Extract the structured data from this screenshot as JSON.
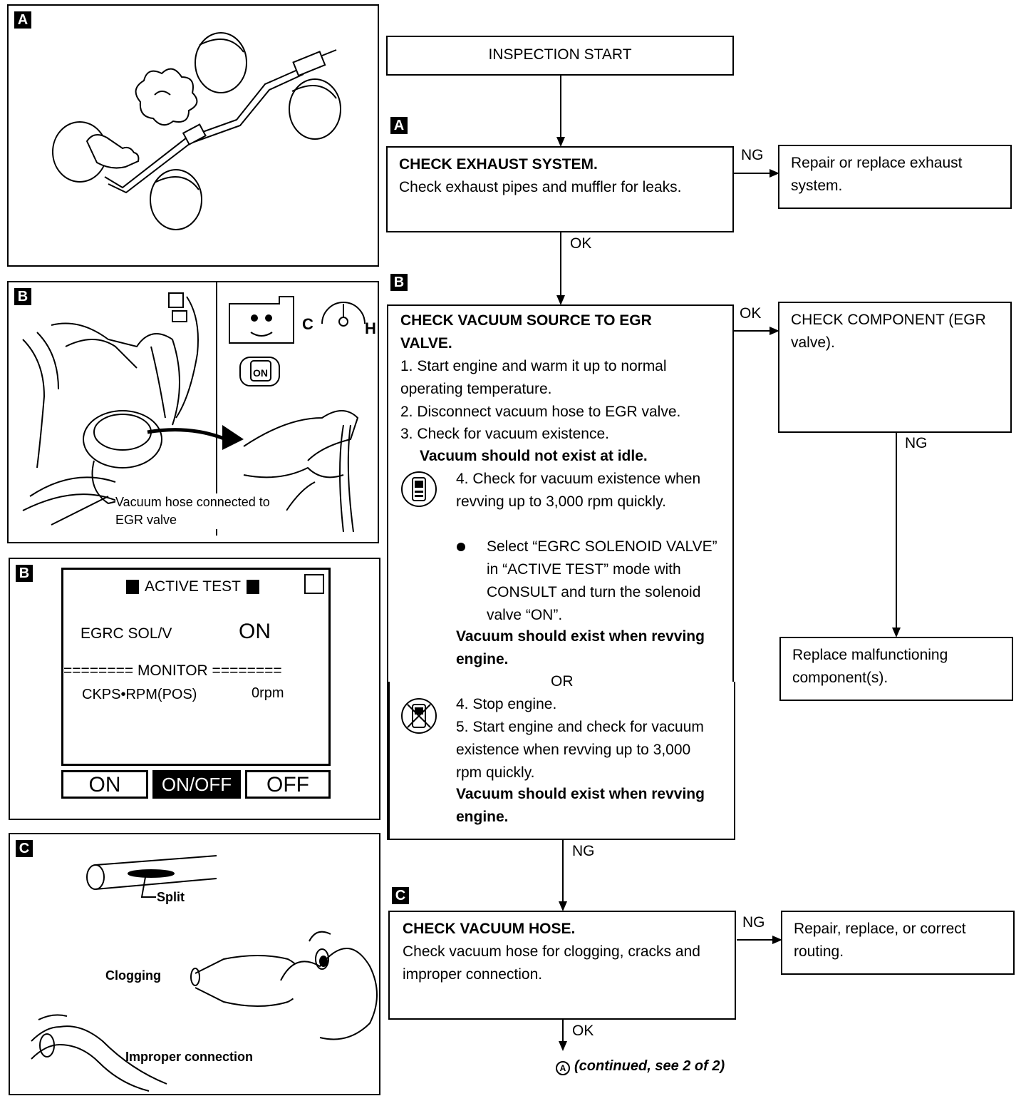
{
  "flow": {
    "start": "INSPECTION START",
    "step_a": {
      "tag": "A",
      "title": "CHECK EXHAUST SYSTEM.",
      "body": "Check exhaust pipes and muffler for leaks.",
      "ng_label": "NG",
      "ng_result": "Repair or replace exhaust system.",
      "ok_label": "OK"
    },
    "step_b": {
      "tag": "B",
      "title": "CHECK VACUUM SOURCE TO EGR VALVE.",
      "items": [
        "1. Start engine and warm it up to normal operating temperature.",
        "2. Disconnect vacuum hose to EGR valve.",
        "3. Check for vacuum existence."
      ],
      "idle_note": "Vacuum should not exist at idle.",
      "with_consult": {
        "item4": "4. Check for vacuum existence when revving up to 3,000 rpm quickly.",
        "bullet": "Select “EGRC SOLENOID VALVE” in “ACTIVE TEST” mode with CONSULT and turn the solenoid valve “ON”.",
        "result": "Vacuum should exist when revving engine."
      },
      "or_label": "OR",
      "without_consult": {
        "item4": "4. Stop engine.",
        "item5": "5. Start engine and check for vacuum existence when revving up to 3,000 rpm quickly.",
        "result": "Vacuum should exist when revving engine."
      },
      "ok_label": "OK",
      "ok_result": "CHECK COMPONENT (EGR valve).",
      "component_ng_label": "NG",
      "component_ng_result": "Replace malfunctioning component(s).",
      "ng_label": "NG"
    },
    "step_c": {
      "tag": "C",
      "title": "CHECK VACUUM HOSE.",
      "body": "Check vacuum hose for clogging, cracks and improper connection.",
      "ng_label": "NG",
      "ng_result": "Repair, replace, or correct routing.",
      "ok_label": "OK"
    },
    "continued": "(continued, see 2 of 2)",
    "continued_marker": "A"
  },
  "illustrations": {
    "panel_a": {
      "tag": "A"
    },
    "panel_b1": {
      "tag": "B",
      "callout": "Vacuum hose connected to EGR valve",
      "gauge_cold": "C",
      "gauge_hot": "H",
      "key_label": "ON"
    },
    "panel_b2": {
      "tag": "B",
      "screen_title": "ACTIVE TEST",
      "item_name": "EGRC SOL/V",
      "item_value": "ON",
      "monitor_label": "======== MONITOR ========",
      "monitor_item": "CKPS•RPM(POS)",
      "monitor_value": "0rpm",
      "buttons": [
        "ON",
        "ON/OFF",
        "OFF"
      ]
    },
    "panel_c": {
      "tag": "C",
      "split": "Split",
      "clogging": "Clogging",
      "improper": "Improper connection"
    }
  }
}
